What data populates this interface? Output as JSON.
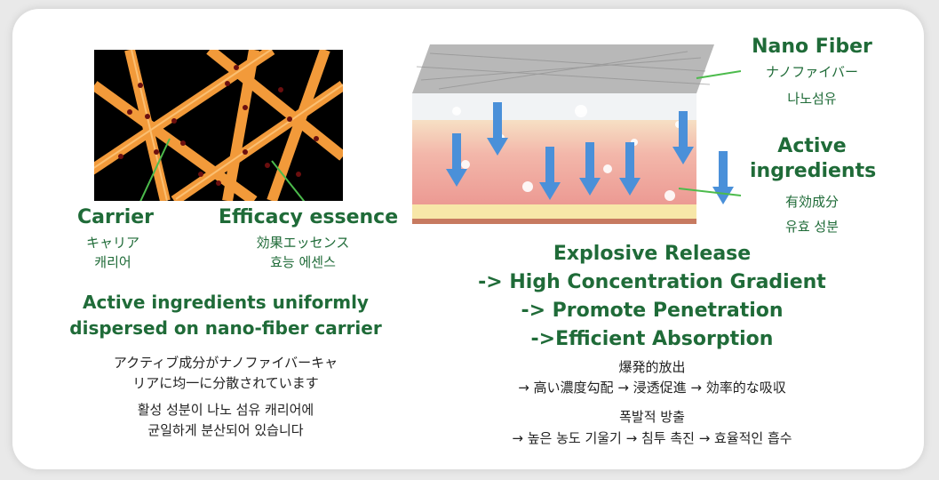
{
  "left": {
    "carrier": {
      "en": "Carrier",
      "ja": "キャリア",
      "ko": "캐리어"
    },
    "essence": {
      "en": "Efficacy essence",
      "ja": "効果エッセンス",
      "ko": "효능 에센스"
    },
    "headline_1": "Active ingredients uniformly",
    "headline_2": "dispersed on nano-fiber carrier",
    "ja_1": "アクティブ成分がナノファイバーキャ",
    "ja_2": "リアに均一に分散されています",
    "ko_1": "활성 성분이 나노 섬유 캐리어에",
    "ko_2": "균일하게 분산되어 있습니다"
  },
  "right": {
    "nanofiber": {
      "en": "Nano Fiber",
      "ja": "ナノファイバー",
      "ko": "나노섬유"
    },
    "active": {
      "en_1": "Active",
      "en_2": "ingredients",
      "ja": "有効成分",
      "ko": "유효 성분"
    },
    "release_1": "Explosive Release",
    "release_2": "-> High Concentration Gradient",
    "release_3": "-> Promote Penetration",
    "release_4": "->Efficient Absorption",
    "ja_title": "爆発的放出",
    "ja_line": "→ 高い濃度勾配 → 浸透促進 → 効率的な吸収",
    "ko_title": "폭발적 방출",
    "ko_line": "→ 높은 농도 기울기 → 침투 촉진 → 효율적인 흡수"
  },
  "colors": {
    "accent_green": "#1f6b38",
    "arrow_blue": "#4a90d9",
    "fiber_orange": "#f29a3a"
  }
}
